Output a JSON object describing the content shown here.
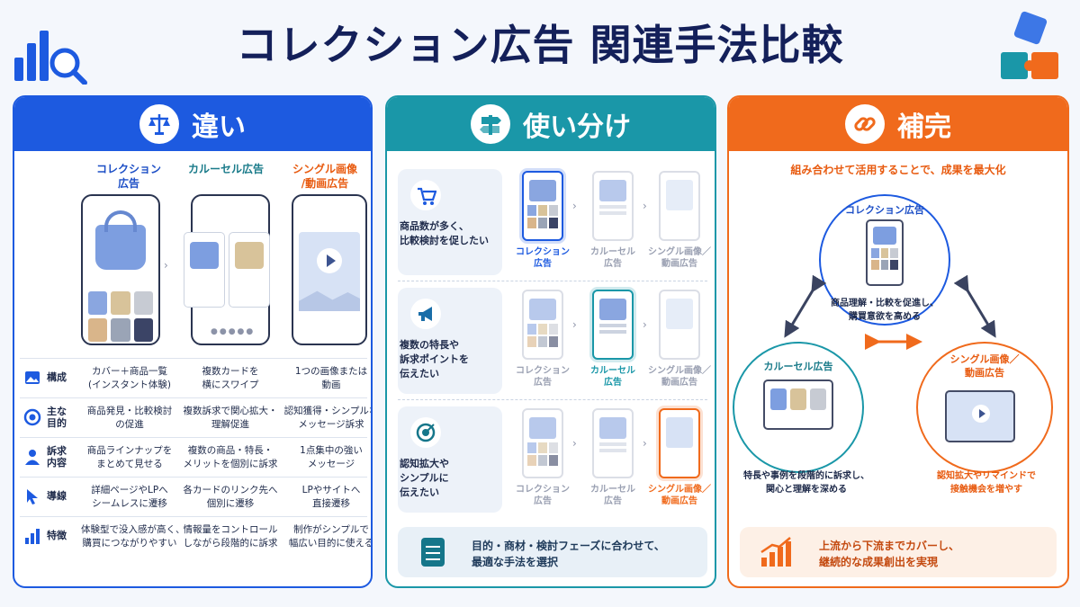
{
  "title": "コレクション広告 関連手法比較",
  "icons": {
    "logo_left": "chart-search-icon",
    "logo_right": "puzzle-icon"
  },
  "colors": {
    "blue": "#1d5ae0",
    "teal": "#1a97a8",
    "orange": "#f06a1c"
  },
  "diff": {
    "header": "違い",
    "header_icon": "scale-icon",
    "columns": [
      "コレクション\n広告",
      "カルーセル広告",
      "シングル画像\n/動画広告"
    ],
    "rows": [
      {
        "label": "構成",
        "icon": "image-icon",
        "cells": [
          "カバー＋商品一覧\n(インスタント体験)",
          "複数カードを\n横にスワイプ",
          "1つの画像または\n動画"
        ]
      },
      {
        "label": "主な\n目的",
        "icon": "target-icon",
        "cells": [
          "商品発見・比較検討\nの促進",
          "複数訴求で関心拡大・\n理解促進",
          "認知獲得・シンプルな\nメッセージ訴求"
        ]
      },
      {
        "label": "訴求\n内容",
        "icon": "user-icon",
        "cells": [
          "商品ラインナップを\nまとめて見せる",
          "複数の商品・特長・\nメリットを個別に訴求",
          "1点集中の強い\nメッセージ"
        ]
      },
      {
        "label": "導線",
        "icon": "cursor-icon",
        "cells": [
          "詳細ページやLPへ\nシームレスに遷移",
          "各カードのリンク先へ\n個別に遷移",
          "LPやサイトへ\n直接遷移"
        ]
      },
      {
        "label": "特徴",
        "icon": "bar-chart-icon",
        "cells": [
          "体験型で没入感が高く、\n購買につながりやすい",
          "情報量をコントロール\nしながら段階的に訴求",
          "制作がシンプルで\n幅広い目的に使える"
        ]
      }
    ]
  },
  "usage": {
    "header": "使い分け",
    "header_icon": "signpost-icon",
    "cases": [
      {
        "text": "商品数が多く、\n比較検討を促したい",
        "icon": "cart-icon",
        "highlight": 0
      },
      {
        "text": "複数の特長や\n訴求ポイントを\n伝えたい",
        "icon": "megaphone-icon",
        "highlight": 1
      },
      {
        "text": "認知拡大や\nシンプルに\n伝えたい",
        "icon": "target-icon",
        "highlight": 2
      }
    ],
    "captions": [
      "コレクション\n広告",
      "カルーセル\n広告",
      "シングル画像／\n動画広告"
    ],
    "footer": "目的・商材・検討フェーズに合わせて、\n最適な手法を選択",
    "footer_icon": "clipboard-icon"
  },
  "complement": {
    "header": "補完",
    "header_icon": "link-icon",
    "subtitle": "組み合わせて活用することで、成果を最大化",
    "nodes": [
      {
        "title": "コレクション広告",
        "desc": "商品理解・比較を促進し、\n購買意欲を高める"
      },
      {
        "title": "カルーセル広告",
        "desc": "特長や事例を段階的に訴求し、\n関心と理解を深める"
      },
      {
        "title": "シングル画像／\n動画広告",
        "desc": "認知拡大やリマインドで\n接触機会を増やす"
      }
    ],
    "footer": "上流から下流までカバーし、\n継続的な成果創出を実現",
    "footer_icon": "growth-chart-icon"
  }
}
